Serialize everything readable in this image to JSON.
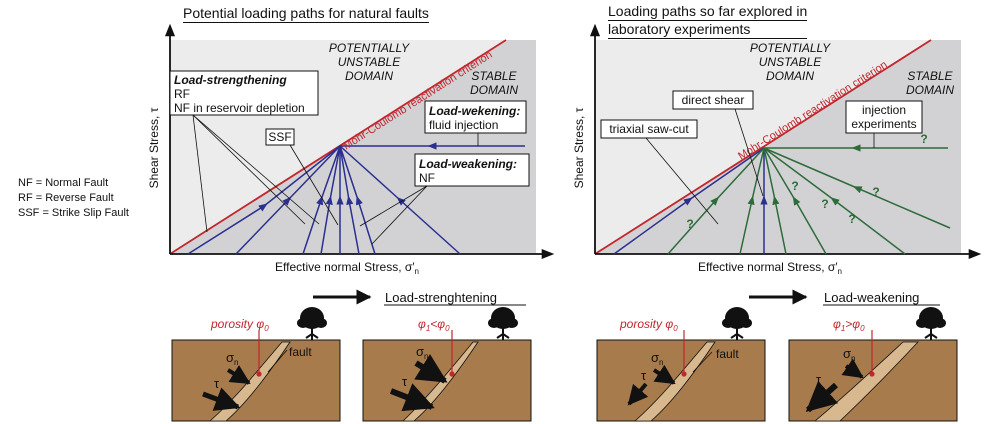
{
  "left_panel": {
    "title": "Potential loading paths for natural faults",
    "potentially_unstable": [
      "POTENTIALLY",
      "UNSTABLE",
      "DOMAIN"
    ],
    "stable": [
      "STABLE",
      "DOMAIN"
    ],
    "criterion": "Mohr-Coulomb reactivation criterion",
    "y_label": "Shear Stress, τ",
    "x_label": "Effective normal Stress, σ′",
    "x_label_sub": "n",
    "load_strengthening_box": {
      "title": "Load-strengthening",
      "line1": "RF",
      "line2": "NF in reservoir depletion"
    },
    "ssf_box": "SSF",
    "wekening_box": {
      "title": "Load-wekening:",
      "line1": "fluid injection"
    },
    "weakening_box": {
      "title": "Load-weakening:",
      "line1": "NF"
    }
  },
  "right_panel": {
    "title_line1": "Loading paths so far explored in",
    "title_line2": "laboratory experiments",
    "potentially_unstable": [
      "POTENTIALLY",
      "UNSTABLE",
      "DOMAIN"
    ],
    "stable": [
      "STABLE",
      "DOMAIN"
    ],
    "criterion": "Mohr-Coulomb reactivation criterion",
    "y_label": "Shear Stress, τ",
    "x_label": "Effective normal Stress, σ′",
    "x_label_sub": "n",
    "direct_shear": "direct shear",
    "triaxial": "triaxial saw-cut",
    "injection": [
      "injection",
      "experiments"
    ],
    "question_mark": "?"
  },
  "legend": [
    "NF = Normal Fault",
    "RF = Reverse Fault",
    "SSF = Strike Slip Fault"
  ],
  "bottom": {
    "load_strengthening": "Load-strenghtening",
    "load_weakening": "Load-weakening",
    "porosity": "porosity φ",
    "porosity_sub": "0",
    "phi_less": "φ",
    "phi_less_sub1": "1",
    "phi_less_rel": "<φ",
    "phi_less_sub2": "0",
    "phi_greater": "φ",
    "phi_greater_sub1": "1",
    "phi_greater_rel": ">φ",
    "phi_greater_sub2": "0",
    "fault": "fault",
    "sigma": "σ",
    "sigma_sub": "n",
    "tau": "τ"
  },
  "colors": {
    "stable_gray": "#d2d2d4",
    "unstable_gray": "#ececec",
    "criterion_red": "#c1272d",
    "path_blue": "#2b2f8f",
    "path_green": "#2e6b3a",
    "soil": "#a87b4c",
    "fault_zone": "#d7b88f"
  }
}
